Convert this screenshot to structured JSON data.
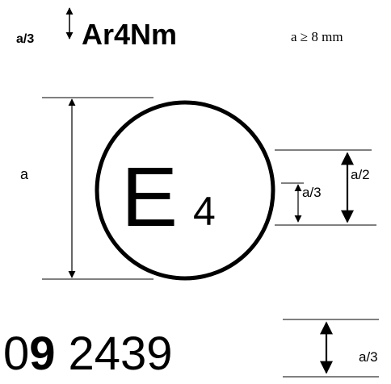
{
  "header": {
    "small_label": "a/3",
    "marking_code": "Ar4Nm",
    "size_condition": "a ≥  8 mm"
  },
  "approval_mark": {
    "letter": "E",
    "country_number": "4"
  },
  "dimensions": {
    "height_label": "a",
    "number_height_label": "a/3",
    "number_offset_label": "a/2",
    "approval_number_height_label": "a/3"
  },
  "approval_number": {
    "prefix_plain": "0",
    "prefix_bold": "9",
    "number": "2439"
  },
  "colors": {
    "ink": "#000000",
    "background": "#ffffff"
  }
}
